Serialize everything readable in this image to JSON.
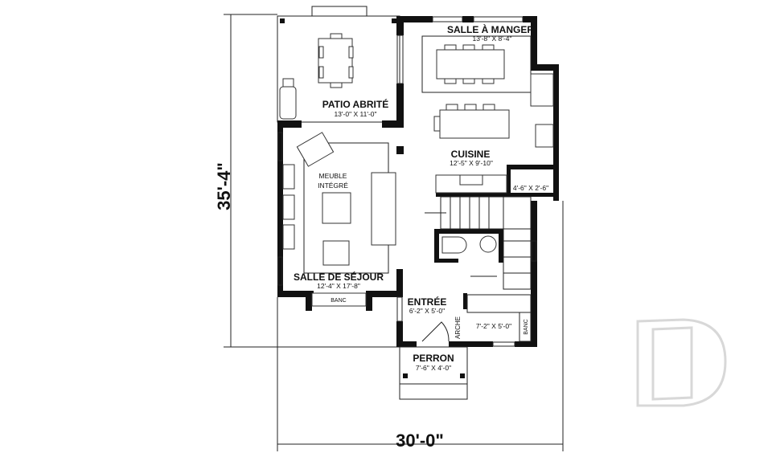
{
  "rooms": {
    "patio": {
      "name": "PATIO ABRITÉ",
      "size": "13'-0\" X 11'-0\""
    },
    "dining": {
      "name": "SALLE À MANGER",
      "size": "13'-8\" X 8'-4\""
    },
    "kitchen": {
      "name": "CUISINE",
      "size": "12'-5\" X 9'-10\""
    },
    "pantry": {
      "size": "4'-6\" X 2'-6\""
    },
    "builtin": {
      "line1": "MEUBLE",
      "line2": "INTÉGRÉ"
    },
    "living": {
      "name": "SALLE DE SÉJOUR",
      "size": "12'-4\" X 17'-8\""
    },
    "bench_living": {
      "name": "BANC"
    },
    "entry": {
      "name": "ENTRÉE",
      "size": "6'-2\" X 5'-0\""
    },
    "arch": {
      "name": "ARCHE"
    },
    "mudroom": {
      "size": "7'-2\" X 5'-0\""
    },
    "bench_mud": {
      "name": "BANC"
    },
    "porch": {
      "name": "PERRON",
      "size": "7'-6\" X 4'-0\""
    }
  },
  "dimensions": {
    "depth": "35'-4\"",
    "width": "30'-0\""
  },
  "colors": {
    "wall": "#111111",
    "logo": "#d8d8d8"
  }
}
